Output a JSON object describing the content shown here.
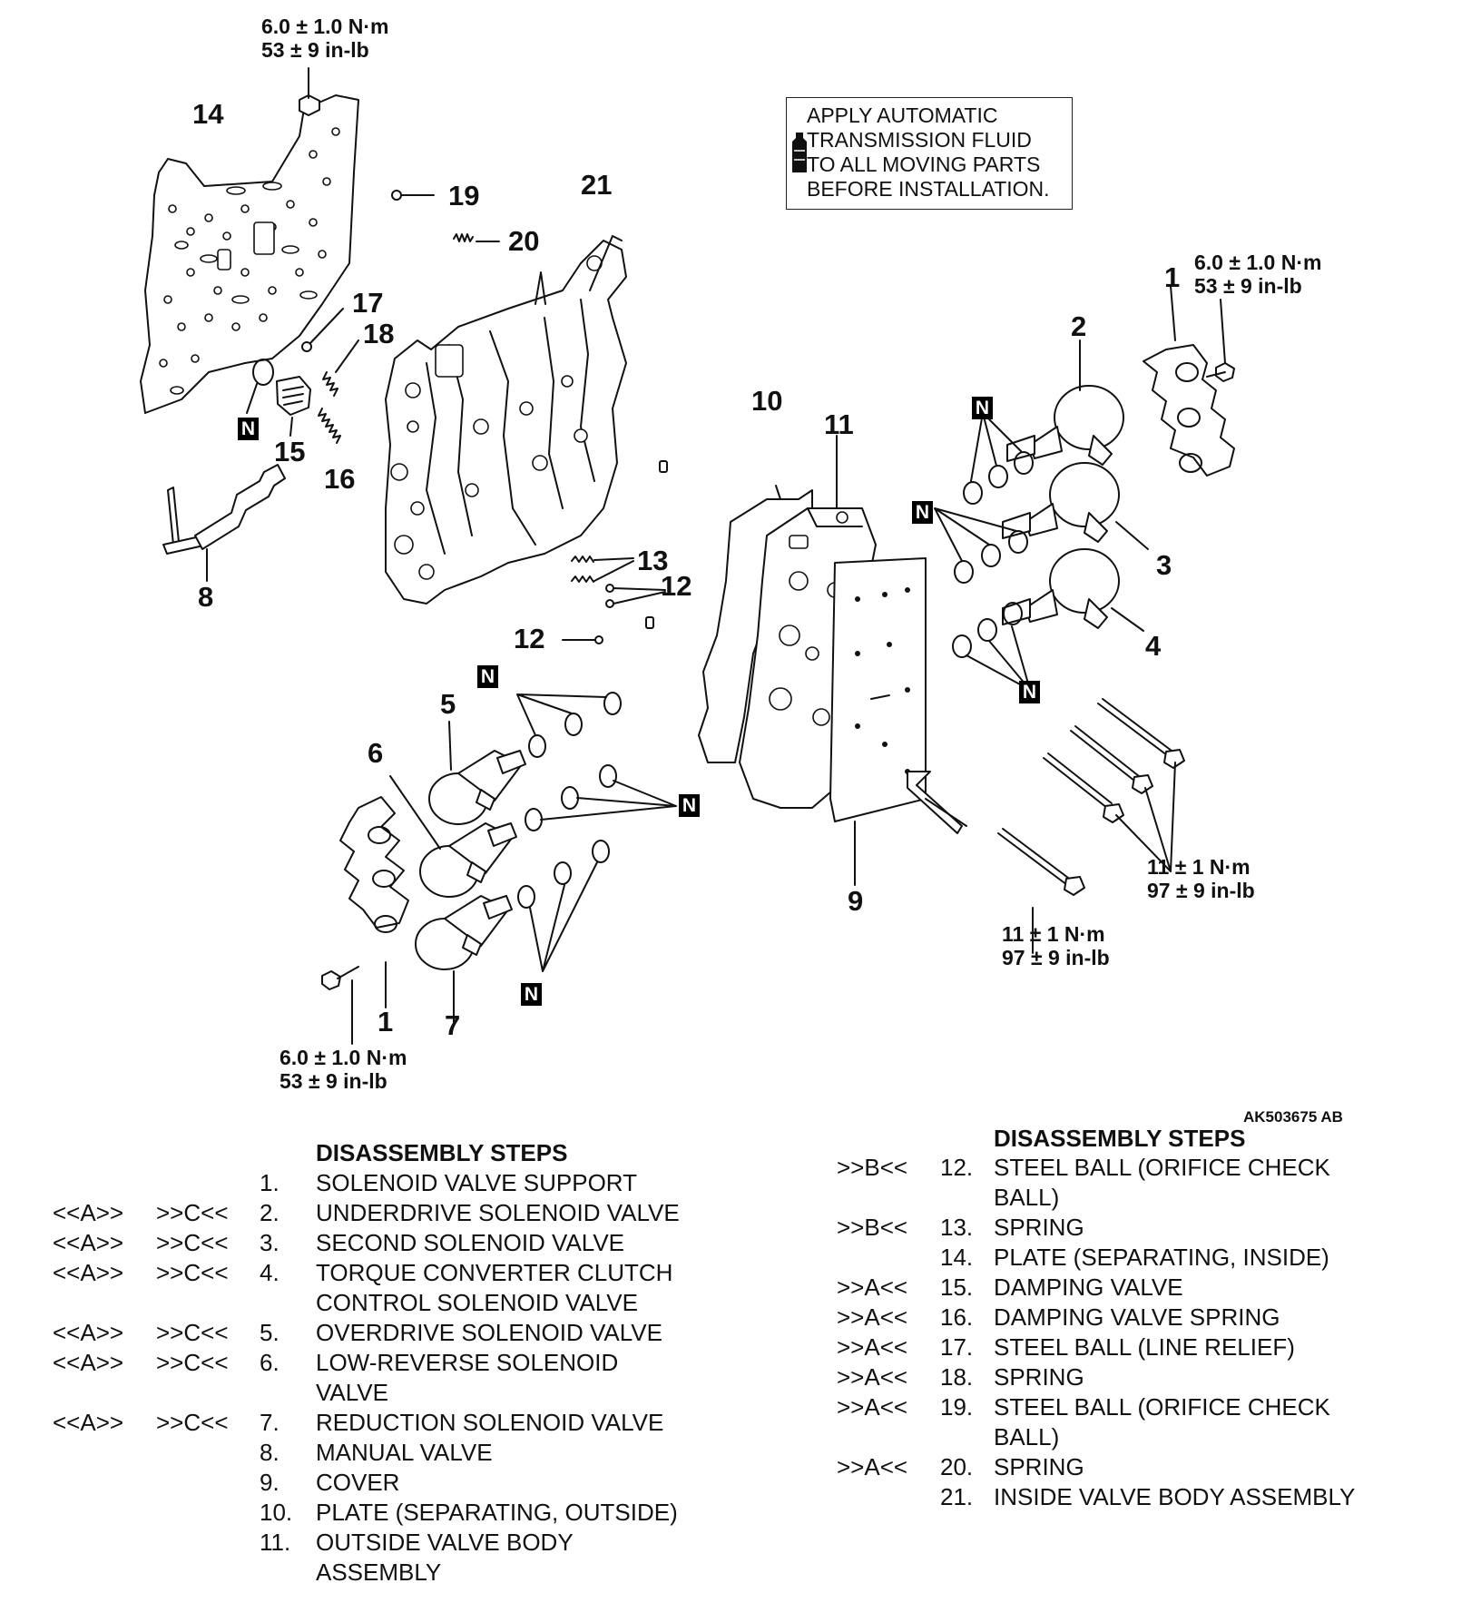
{
  "note": {
    "lines": [
      "APPLY AUTOMATIC",
      "TRANSMISSION FLUID",
      "TO ALL MOVING PARTS",
      "BEFORE INSTALLATION."
    ],
    "icon": "fluid-bottle-icon"
  },
  "torques": {
    "top_left": [
      "6.0 ± 1.0 N·m",
      "53 ± 9 in-lb"
    ],
    "top_right": [
      "6.0 ± 1.0 N·m",
      "53 ± 9 in-lb"
    ],
    "bottom_left": [
      "6.0 ± 1.0 N·m",
      "53 ± 9 in-lb"
    ],
    "bolts_right": [
      "11 ± 1 N·m",
      "97 ± 9 in-lb"
    ],
    "bolt_center": [
      "11 ± 1 N·m",
      "97 ± 9 in-lb"
    ]
  },
  "callouts": {
    "c1a": "1",
    "c1b": "1",
    "c2": "2",
    "c3": "3",
    "c4": "4",
    "c5": "5",
    "c6": "6",
    "c7": "7",
    "c8": "8",
    "c9": "9",
    "c10": "10",
    "c11": "11",
    "c12a": "12",
    "c12b": "12",
    "c13": "13",
    "c14": "14",
    "c15": "15",
    "c16": "16",
    "c17": "17",
    "c18": "18",
    "c19": "19",
    "c20": "20",
    "c21": "21"
  },
  "n_marker": "N",
  "figure_id": "AK503675 AB",
  "left_list": {
    "heading": "DISASSEMBLY STEPS",
    "rows": [
      {
        "c1": "",
        "c2": "",
        "num": "1.",
        "text": "SOLENOID VALVE SUPPORT"
      },
      {
        "c1": "<<A>>",
        "c2": ">>C<<",
        "num": "2.",
        "text": "UNDERDRIVE SOLENOID VALVE"
      },
      {
        "c1": "<<A>>",
        "c2": ">>C<<",
        "num": "3.",
        "text": "SECOND SOLENOID VALVE"
      },
      {
        "c1": "<<A>>",
        "c2": ">>C<<",
        "num": "4.",
        "text": "TORQUE CONVERTER CLUTCH"
      },
      {
        "c1": "",
        "c2": "",
        "num": "",
        "text": "CONTROL SOLENOID VALVE"
      },
      {
        "c1": "<<A>>",
        "c2": ">>C<<",
        "num": "5.",
        "text": "OVERDRIVE SOLENOID VALVE"
      },
      {
        "c1": "<<A>>",
        "c2": ">>C<<",
        "num": "6.",
        "text": "LOW-REVERSE SOLENOID"
      },
      {
        "c1": "",
        "c2": "",
        "num": "",
        "text": "VALVE"
      },
      {
        "c1": "<<A>>",
        "c2": ">>C<<",
        "num": "7.",
        "text": "REDUCTION SOLENOID VALVE"
      },
      {
        "c1": "",
        "c2": "",
        "num": "8.",
        "text": "MANUAL VALVE"
      },
      {
        "c1": "",
        "c2": "",
        "num": "9.",
        "text": "COVER"
      },
      {
        "c1": "",
        "c2": "",
        "num": "10.",
        "text": "PLATE (SEPARATING, OUTSIDE)"
      },
      {
        "c1": "",
        "c2": "",
        "num": "11.",
        "text": "OUTSIDE VALVE BODY"
      },
      {
        "c1": "",
        "c2": "",
        "num": "",
        "text": "ASSEMBLY"
      }
    ]
  },
  "right_list": {
    "heading": "DISASSEMBLY STEPS",
    "rows": [
      {
        "c": ">>B<<",
        "num": "12.",
        "text": "STEEL BALL (ORIFICE CHECK"
      },
      {
        "c": "",
        "num": "",
        "text": "BALL)"
      },
      {
        "c": ">>B<<",
        "num": "13.",
        "text": "SPRING"
      },
      {
        "c": "",
        "num": "14.",
        "text": "PLATE (SEPARATING, INSIDE)"
      },
      {
        "c": ">>A<<",
        "num": "15.",
        "text": "DAMPING VALVE"
      },
      {
        "c": ">>A<<",
        "num": "16.",
        "text": "DAMPING VALVE SPRING"
      },
      {
        "c": ">>A<<",
        "num": "17.",
        "text": "STEEL BALL (LINE RELIEF)"
      },
      {
        "c": ">>A<<",
        "num": "18.",
        "text": "SPRING"
      },
      {
        "c": ">>A<<",
        "num": "19.",
        "text": "STEEL BALL (ORIFICE CHECK"
      },
      {
        "c": "",
        "num": "",
        "text": "BALL)"
      },
      {
        "c": ">>A<<",
        "num": "20.",
        "text": "SPRING"
      },
      {
        "c": "",
        "num": "21.",
        "text": "INSIDE VALVE BODY ASSEMBLY"
      }
    ]
  }
}
